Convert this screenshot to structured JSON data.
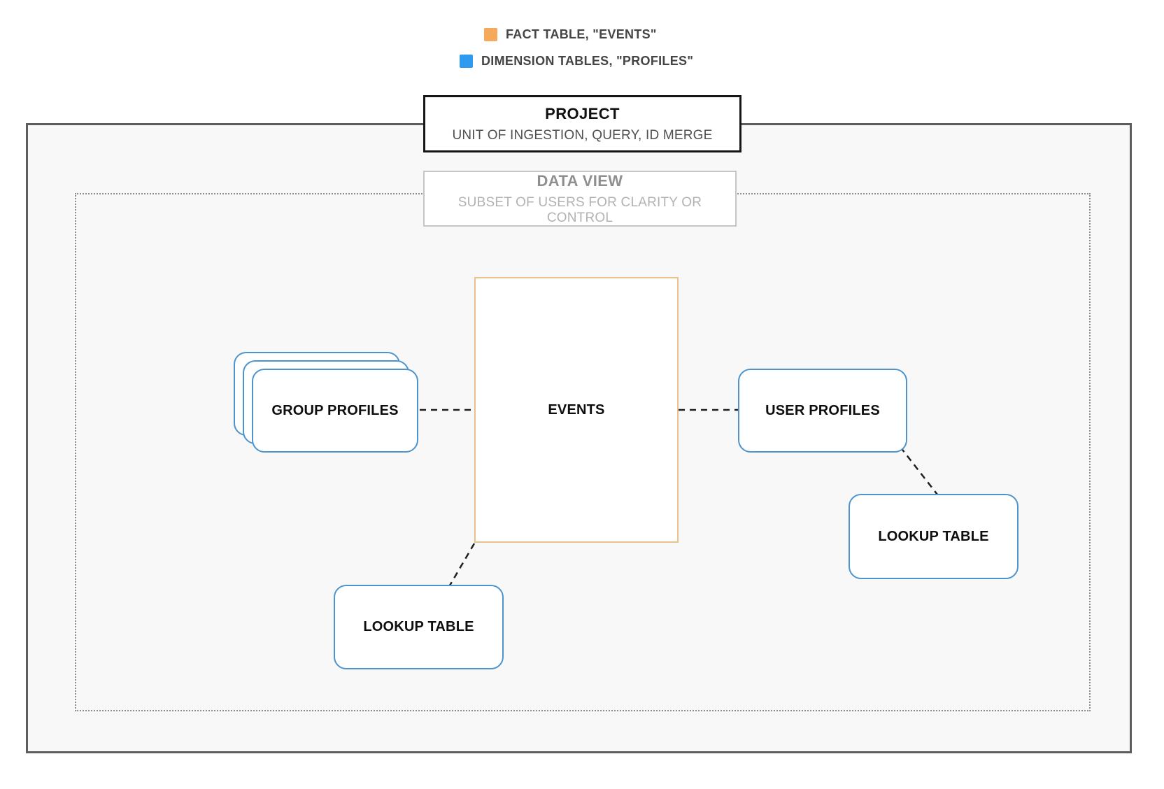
{
  "legend": {
    "items": [
      {
        "label": "FACT TABLE, \"EVENTS\"",
        "color": "#F4A95B"
      },
      {
        "label": "DIMENSION TABLES, \"PROFILES\"",
        "color": "#2E9BF0"
      }
    ]
  },
  "project_box": {
    "title": "PROJECT",
    "subtitle": "UNIT OF INGESTION, QUERY, ID MERGE"
  },
  "data_view_box": {
    "title": "DATA VIEW",
    "subtitle": "SUBSET OF USERS FOR CLARITY OR CONTROL"
  },
  "nodes": {
    "events": {
      "label": "EVENTS",
      "border_color": "#E9C38A"
    },
    "group_profiles": {
      "label": "GROUP PROFILES",
      "border_color": "#4D94CF"
    },
    "user_profiles": {
      "label": "USER PROFILES",
      "border_color": "#4D94CF"
    },
    "lookup_table_right": {
      "label": "LOOKUP TABLE",
      "border_color": "#4D94CF"
    },
    "lookup_table_bottom": {
      "label": "LOOKUP TABLE",
      "border_color": "#4D94CF"
    }
  },
  "colors": {
    "connector": "#1F1F1F"
  }
}
